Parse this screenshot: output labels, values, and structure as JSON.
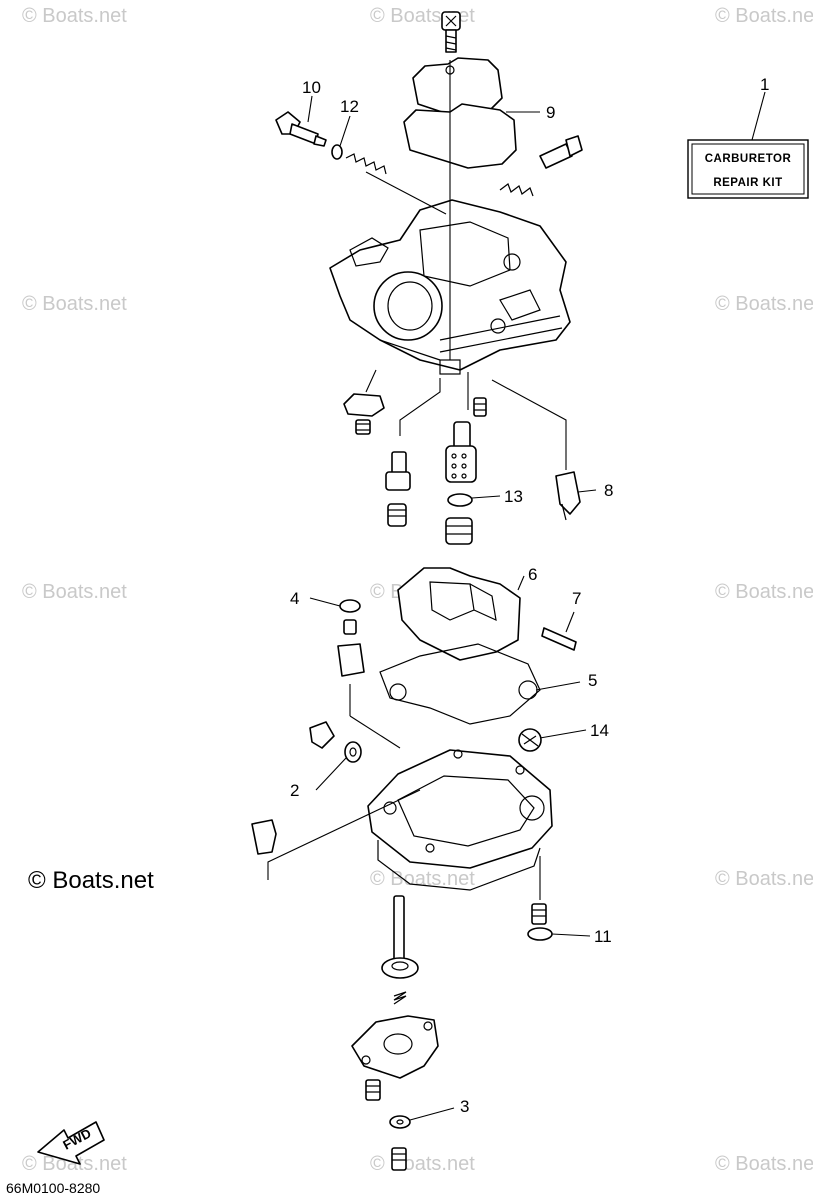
{
  "watermark_text": "© Boats.net",
  "brand_watermark": "© Boats.net",
  "diagram_code": "66M0100-8280",
  "kit_label": {
    "line1": "CARBURETOR",
    "line2": "REPAIR KIT"
  },
  "fwd_label": "FWD",
  "callouts": {
    "c1": "1",
    "c2": "2",
    "c3": "3",
    "c4": "4",
    "c5": "5",
    "c6": "6",
    "c7": "7",
    "c8": "8",
    "c9": "9",
    "c10": "10",
    "c11": "11",
    "c12": "12",
    "c13": "13",
    "c14": "14"
  }
}
